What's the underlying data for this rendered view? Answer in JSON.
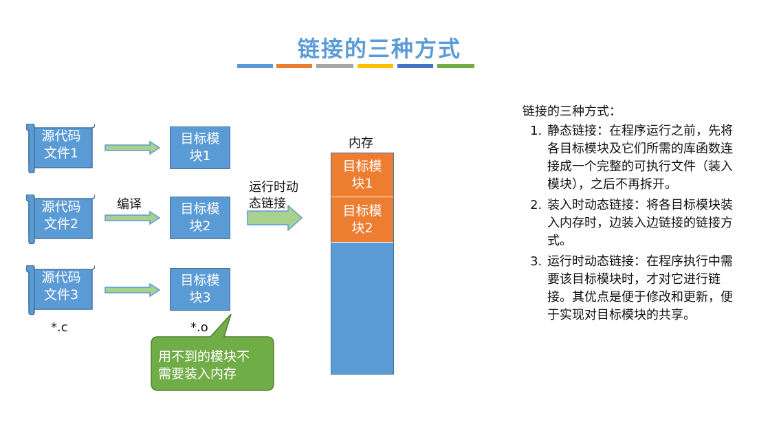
{
  "title": "链接的三种方式",
  "stripe_colors": [
    "#5b9bd5",
    "#ed7d31",
    "#a5a5a5",
    "#ffc000",
    "#4472c4",
    "#70ad47"
  ],
  "sources": [
    {
      "line1": "源代码",
      "line2": "文件1"
    },
    {
      "line1": "源代码",
      "line2": "文件2"
    },
    {
      "line1": "源代码",
      "line2": "文件3"
    }
  ],
  "modules": [
    {
      "line1": "目标模",
      "line2": "块1"
    },
    {
      "line1": "目标模",
      "line2": "块2"
    },
    {
      "line1": "目标模",
      "line2": "块3"
    }
  ],
  "compile_label": "编译",
  "ext_c": "*.c",
  "ext_o": "*.o",
  "runtime_label": {
    "line1": "运行时动",
    "line2": "态链接"
  },
  "memory": {
    "label": "内存",
    "segments": [
      {
        "line1": "目标模",
        "line2": "块1"
      },
      {
        "line1": "目标模",
        "line2": "块2"
      }
    ]
  },
  "callout": {
    "line1": "用不到的模块不",
    "line2": "需要装入内存"
  },
  "panel": {
    "heading": "链接的三种方式：",
    "items": [
      "静态链接：在程序运行之前，先将各目标模块及它们所需的库函数连接成一个完整的可执行文件（装入模块），之后不再拆开。",
      "装入时动态链接：将各目标模块装入内存时，边装入边链接的链接方式。",
      "运行时动态链接：在程序执行中需要该目标模块时，才对它进行链接。其优点是便于修改和更新，便于实现对目标模块的共享。"
    ]
  },
  "colors": {
    "blue": "#5b9bd5",
    "orange": "#ed7d31",
    "green": "#70ad47",
    "arrow_green": "#a9d18e"
  }
}
